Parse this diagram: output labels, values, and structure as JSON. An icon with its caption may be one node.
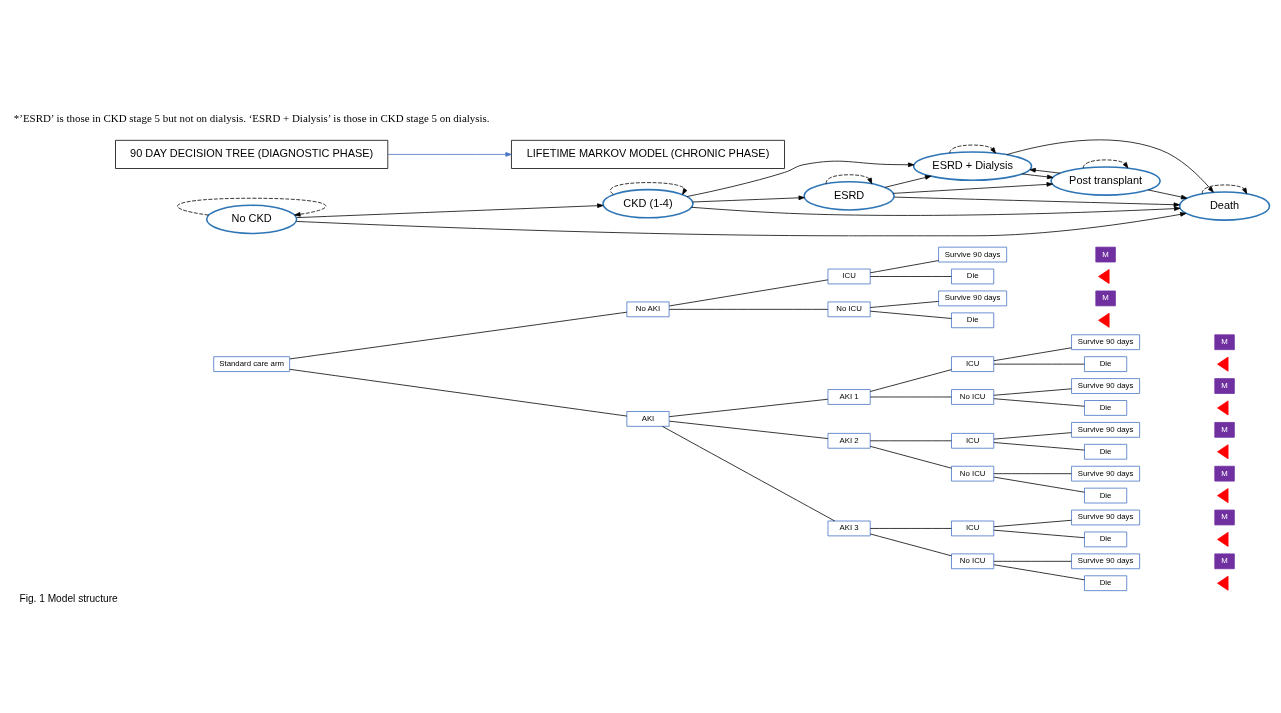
{
  "diagram": {
    "caption": "Fig. 1 Model structure",
    "nodes": [
      {
        "text": [
          "Standard care arm"
        ]
      },
      {
        "text": [
          "No AKI"
        ]
      },
      {
        "text": [
          "ICU"
        ]
      },
      {
        "text": [
          "Survive 90 days"
        ]
      },
      {
        "text": [
          "M"
        ]
      },
      {
        "text": [
          "Die"
        ]
      },
      {
        "text": [],
        "shape": "triangle"
      },
      {
        "text": [
          "No ICU"
        ]
      },
      {
        "text": [
          "Survive 90 days"
        ]
      },
      {
        "text": [
          "M"
        ]
      },
      {
        "text": [
          "Die"
        ]
      },
      {
        "text": [],
        "shape": "triangle"
      },
      {
        "text": [
          "AKI"
        ]
      },
      {
        "text": [
          "AKI 1"
        ]
      },
      {
        "text": [
          "ICU"
        ]
      },
      {
        "text": [
          "Survive 90 days"
        ]
      },
      {
        "text": [
          "M"
        ]
      },
      {
        "text": [
          "Die"
        ]
      },
      {
        "text": [],
        "shape": "triangle"
      },
      {
        "text": [
          "No ICU"
        ]
      },
      {
        "text": [
          "Survive 90 days"
        ]
      },
      {
        "text": [
          "M"
        ]
      },
      {
        "text": [
          "Die"
        ]
      },
      {
        "text": [],
        "shape": "triangle"
      },
      {
        "text": [
          "AKI 2"
        ]
      },
      {
        "text": [
          "ICU"
        ]
      },
      {
        "text": [
          "Survive 90 days"
        ]
      },
      {
        "text": [
          "M"
        ]
      },
      {
        "text": [
          "Die"
        ]
      },
      {
        "text": [],
        "shape": "triangle"
      },
      {
        "text": [
          "No ICU"
        ]
      },
      {
        "text": [
          "Survive 90 days"
        ]
      },
      {
        "text": [
          "M"
        ]
      },
      {
        "text": [
          "Die"
        ]
      },
      {
        "text": [],
        "shape": "triangle"
      },
      {
        "text": [
          "AKI 3"
        ]
      },
      {
        "text": [
          "ICU"
        ]
      },
      {
        "text": [
          "Survive 90 days"
        ]
      },
      {
        "text": [
          "M"
        ]
      },
      {
        "text": [
          "Die"
        ]
      },
      {
        "text": [],
        "shape": "triangle"
      },
      {
        "text": [
          "No ICU"
        ]
      },
      {
        "text": [
          "Survive 90 days"
        ]
      },
      {
        "text": [
          "M"
        ]
      },
      {
        "text": [
          "Die"
        ]
      },
      {
        "text": [],
        "shape": "triangle"
      },
      {
        "text": [
          "No CKD"
        ]
      },
      {
        "text": [
          "CKD (1-4)"
        ]
      },
      {
        "text": [
          "ESRD"
        ]
      },
      {
        "text": [
          "ESRD + Dialysis"
        ]
      },
      {
        "text": [
          "Post transplant"
        ]
      },
      {
        "text": [
          "Death"
        ]
      },
      {
        "text": [
          "90 DAY DECISION TREE (DIAGNOSTIC PHASE)"
        ]
      },
      {
        "text": [
          "LIFETIME MARKOV MODEL (CHRONIC PHASE)"
        ]
      }
    ],
    "edges": [
      {
        "from": 0,
        "to": 1,
        "arrow": "none"
      },
      {
        "from": 1,
        "to": 2,
        "arrow": "none"
      },
      {
        "from": 2,
        "to": 3,
        "arrow": "none"
      },
      {
        "from": 2,
        "to": 5,
        "arrow": "none"
      },
      {
        "from": 1,
        "to": 7,
        "arrow": "none"
      },
      {
        "from": 7,
        "to": 8,
        "arrow": "none"
      },
      {
        "from": 7,
        "to": 10,
        "arrow": "none"
      },
      {
        "from": 0,
        "to": 12,
        "arrow": "none"
      },
      {
        "from": 12,
        "to": 13,
        "arrow": "none"
      },
      {
        "from": 13,
        "to": 14,
        "arrow": "none"
      },
      {
        "from": 14,
        "to": 15,
        "arrow": "none"
      },
      {
        "from": 14,
        "to": 17,
        "arrow": "none"
      },
      {
        "from": 13,
        "to": 19,
        "arrow": "none"
      },
      {
        "from": 19,
        "to": 20,
        "arrow": "none"
      },
      {
        "from": 19,
        "to": 22,
        "arrow": "none"
      },
      {
        "from": 12,
        "to": 24,
        "arrow": "none"
      },
      {
        "from": 24,
        "to": 25,
        "arrow": "none"
      },
      {
        "from": 25,
        "to": 26,
        "arrow": "none"
      },
      {
        "from": 25,
        "to": 28,
        "arrow": "none"
      },
      {
        "from": 24,
        "to": 30,
        "arrow": "none"
      },
      {
        "from": 30,
        "to": 31,
        "arrow": "none"
      },
      {
        "from": 30,
        "to": 33,
        "arrow": "none"
      },
      {
        "from": 12,
        "to": 35,
        "arrow": "none"
      },
      {
        "from": 35,
        "to": 36,
        "arrow": "none"
      },
      {
        "from": 36,
        "to": 37,
        "arrow": "none"
      },
      {
        "from": 36,
        "to": 39,
        "arrow": "none"
      },
      {
        "from": 35,
        "to": 41,
        "arrow": "none"
      },
      {
        "from": 41,
        "to": 42,
        "arrow": "none"
      },
      {
        "from": 41,
        "to": 44,
        "arrow": "none"
      },
      {
        "from": 46,
        "to": 46,
        "arrow": "to",
        "style": "dashed"
      },
      {
        "from": 46,
        "to": 47,
        "arrow": "to"
      },
      {
        "from": 46,
        "to": 51,
        "arrow": "to"
      },
      {
        "from": 47,
        "to": 47,
        "arrow": "to",
        "style": "dashed"
      },
      {
        "from": 47,
        "to": 48,
        "arrow": "to"
      },
      {
        "from": 47,
        "to": 51,
        "arrow": "to"
      },
      {
        "from": 47,
        "to": 49,
        "arrow": "to"
      },
      {
        "from": 48,
        "to": 48,
        "arrow": "to",
        "style": "dashed"
      },
      {
        "from": 48,
        "to": 51,
        "arrow": "to"
      },
      {
        "from": 48,
        "to": 49,
        "arrow": "to"
      },
      {
        "from": 48,
        "to": 50,
        "arrow": "to"
      },
      {
        "from": 49,
        "to": 49,
        "arrow": "to",
        "style": "dashed"
      },
      {
        "from": 49,
        "to": 51,
        "arrow": "to"
      },
      {
        "from": 49,
        "to": 50,
        "arrow": "to"
      },
      {
        "from": 50,
        "to": 49,
        "arrow": "to"
      },
      {
        "from": 50,
        "to": 50,
        "arrow": "to",
        "style": "dashed"
      },
      {
        "from": 50,
        "to": 51,
        "arrow": "to"
      },
      {
        "from": 51,
        "to": 51,
        "arrow": "to",
        "style": "dashed"
      },
      {
        "from": 52,
        "to": 53,
        "arrow": "to",
        "color": "#4472c4"
      }
    ],
    "labels": [
      "*’ESRD’ is those in CKD stage 5 but not on dialysis. ‘ESRD + Dialysis’ is those in CKD stage 5 on dialysis."
    ]
  }
}
